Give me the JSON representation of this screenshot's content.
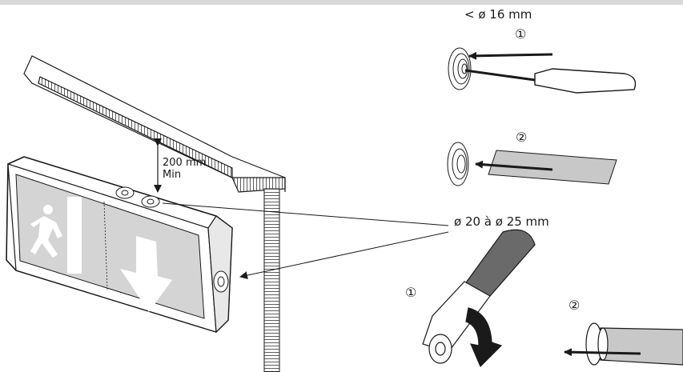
{
  "labels": {
    "screwdriver_hole_diameter": "< ø 16 mm",
    "step_1_top": "①",
    "step_2_top": "②",
    "cutter_hole_diameter": "ø 20 à ø 25 mm",
    "step_1_bottom": "①",
    "step_2_bottom": "②",
    "ceiling_distance": "200 mm",
    "ceiling_distance_qualifier": "Min"
  },
  "colors": {
    "line": "#1a1a1a",
    "sign_panel": "#d4d4d4",
    "sign_body": "#ffffff",
    "cable_fill": "#c8c8c8",
    "handle_fill": "#6a6a6a",
    "top_bar": "#d9d9d9"
  },
  "icons": [
    "running-man-icon",
    "down-arrow-icon",
    "screwdriver-icon",
    "cutter-knife-icon",
    "rotation-arrow-icon",
    "cable-gland-icon"
  ]
}
